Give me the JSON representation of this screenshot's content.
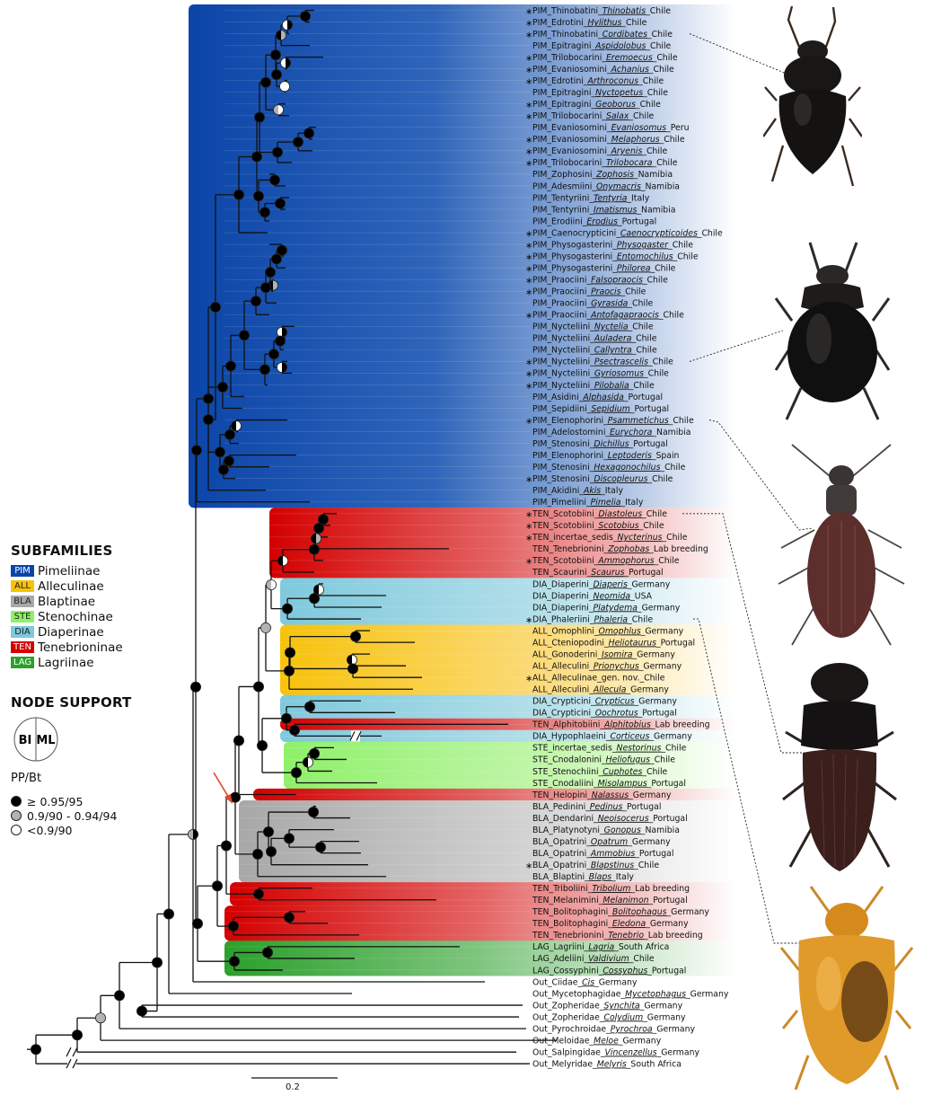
{
  "legend": {
    "subfamilies_title": "SUBFAMILIES",
    "subfamilies": [
      {
        "code": "PIM",
        "name": "Pimeliinae",
        "color": "#0b45a8",
        "text_color": "#ffffff"
      },
      {
        "code": "ALL",
        "name": "Alleculinae",
        "color": "#f7c20a",
        "text_color": "#222222"
      },
      {
        "code": "BLA",
        "name": "Blaptinae",
        "color": "#a8a8a8",
        "text_color": "#222222"
      },
      {
        "code": "STE",
        "name": "Stenochinae",
        "color": "#8ff06a",
        "text_color": "#222222"
      },
      {
        "code": "DIA",
        "name": "Diaperinae",
        "color": "#7ec9dc",
        "text_color": "#222222"
      },
      {
        "code": "TEN",
        "name": "Tenebrioninae",
        "color": "#d40000",
        "text_color": "#ffffff"
      },
      {
        "code": "LAG",
        "name": "Lagriinae",
        "color": "#2aa02a",
        "text_color": "#ffffff"
      }
    ],
    "support_title": "NODE SUPPORT",
    "support_left": "BI",
    "support_right": "ML",
    "support_metric": "PP/Bt",
    "support_levels": [
      {
        "label": "≥ 0.95/95",
        "color": "#000000"
      },
      {
        "label": "0.9/90 - 0.94/94",
        "color": "#b3b3b3"
      },
      {
        "label": "<0.9/90",
        "color": "#ffffff"
      }
    ]
  },
  "scale_bar": {
    "label": "0.2",
    "value": 0.2
  },
  "taxa": [
    {
      "star": true,
      "prefix": "PIM_Thinobatini_",
      "genus": "Thinobatis",
      "suffix": "_Chile"
    },
    {
      "star": true,
      "prefix": "PIM_Edrotini_",
      "genus": "Hylithus",
      "suffix": "_Chile"
    },
    {
      "star": true,
      "prefix": "PIM_Thinobatini_",
      "genus": "Cordibates",
      "suffix": "_Chile"
    },
    {
      "star": false,
      "prefix": "PIM_Epitragini_",
      "genus": "Aspidolobus",
      "suffix": "_Chile"
    },
    {
      "star": true,
      "prefix": "PIM_Trilobocarini_",
      "genus": "Eremoecus",
      "suffix": "_Chile"
    },
    {
      "star": true,
      "prefix": "PIM_Evaniosomini_",
      "genus": "Achanius",
      "suffix": "_Chile"
    },
    {
      "star": true,
      "prefix": "PIM_Edrotini_",
      "genus": "Arthroconus",
      "suffix": "_Chile"
    },
    {
      "star": false,
      "prefix": "PIM_Epitragini_",
      "genus": "Nyctopetus",
      "suffix": "_Chile"
    },
    {
      "star": true,
      "prefix": "PIM_Epitragini_",
      "genus": "Geoborus",
      "suffix": "_Chile"
    },
    {
      "star": true,
      "prefix": "PIM_Trilobocarini_",
      "genus": "Salax",
      "suffix": "_Chile"
    },
    {
      "star": false,
      "prefix": "PIM_Evaniosomini_",
      "genus": "Evaniosomus",
      "suffix": "_Peru"
    },
    {
      "star": true,
      "prefix": "PIM_Evaniosomini_",
      "genus": "Melaphorus",
      "suffix": "_Chile"
    },
    {
      "star": true,
      "prefix": "PIM_Evaniosomini_",
      "genus": "Aryenis",
      "suffix": "_Chile"
    },
    {
      "star": true,
      "prefix": "PIM_Trilobocarini_",
      "genus": "Trilobocara",
      "suffix": "_Chile"
    },
    {
      "star": false,
      "prefix": "PIM_Zophosini_",
      "genus": "Zophosis",
      "suffix": "_Namibia"
    },
    {
      "star": false,
      "prefix": "PIM_Adesmiini_",
      "genus": "Onymacris",
      "suffix": "_Namibia"
    },
    {
      "star": false,
      "prefix": "PIM_Tentyriini_",
      "genus": "Tentyria",
      "suffix": "_Italy"
    },
    {
      "star": false,
      "prefix": "PIM_Tentyriini_",
      "genus": "Imatismus",
      "suffix": "_Namibia"
    },
    {
      "star": false,
      "prefix": "PIM_Erodiini_",
      "genus": "Erodius",
      "suffix": "_Portugal"
    },
    {
      "star": true,
      "prefix": "PIM_Caenocrypticini_",
      "genus": "Caenocrypticoides",
      "suffix": "_Chile"
    },
    {
      "star": true,
      "prefix": "PIM_Physogasterini_",
      "genus": "Physogaster",
      "suffix": "_Chile"
    },
    {
      "star": true,
      "prefix": "PIM_Physogasterini_",
      "genus": "Entomochilus",
      "suffix": "_Chile"
    },
    {
      "star": true,
      "prefix": "PIM_Physogasterini_",
      "genus": "Philorea",
      "suffix": "_Chile"
    },
    {
      "star": true,
      "prefix": "PIM_Praociini_",
      "genus": "Falsopraocis",
      "suffix": "_Chile"
    },
    {
      "star": true,
      "prefix": "PIM_Praociini_",
      "genus": "Praocis",
      "suffix": "_Chile"
    },
    {
      "star": false,
      "prefix": "PIM_Praociini_",
      "genus": "Gyrasida",
      "suffix": "_Chile"
    },
    {
      "star": true,
      "prefix": "PIM_Praociini_",
      "genus": "Antofagapraocis",
      "suffix": "_Chile"
    },
    {
      "star": false,
      "prefix": "PIM_Nycteliini_",
      "genus": "Nyctelia",
      "suffix": "_Chile"
    },
    {
      "star": false,
      "prefix": "PIM_Nycteliini_",
      "genus": "Auladera",
      "suffix": "_Chile"
    },
    {
      "star": false,
      "prefix": "PIM_Nycteliini_",
      "genus": "Callyntra",
      "suffix": "_Chile"
    },
    {
      "star": true,
      "prefix": "PIM_Nycteliini_",
      "genus": "Psectrascelis",
      "suffix": "_Chile"
    },
    {
      "star": true,
      "prefix": "PIM_Nycteliini_",
      "genus": "Gyriosomus",
      "suffix": "_Chile"
    },
    {
      "star": true,
      "prefix": "PIM_Nycteliini_",
      "genus": "Pilobalia",
      "suffix": "_Chile"
    },
    {
      "star": false,
      "prefix": "PIM_Asidini_",
      "genus": "Alphasida",
      "suffix": "_Portugal"
    },
    {
      "star": false,
      "prefix": "PIM_Sepidiini_",
      "genus": "Sepidium",
      "suffix": "_Portugal"
    },
    {
      "star": true,
      "prefix": "PIM_Elenophorini_",
      "genus": "Psammetichus",
      "suffix": "_Chile"
    },
    {
      "star": false,
      "prefix": "PIM_Adelostomini_",
      "genus": "Eurychora",
      "suffix": "_Namibia"
    },
    {
      "star": false,
      "prefix": "PIM_Stenosini_",
      "genus": "Dichillus",
      "suffix": "_Portugal"
    },
    {
      "star": false,
      "prefix": "PIM_Elenophorini_",
      "genus": "Leptoderis",
      "suffix": "_Spain"
    },
    {
      "star": false,
      "prefix": "PIM_Stenosini_",
      "genus": "Hexagonochilus",
      "suffix": "_Chile"
    },
    {
      "star": true,
      "prefix": "PIM_Stenosini_",
      "genus": "Discopleurus",
      "suffix": "_Chile"
    },
    {
      "star": false,
      "prefix": "PIM_Akidini_",
      "genus": "Akis",
      "suffix": "_Italy"
    },
    {
      "star": false,
      "prefix": "PIM_Pimeliini_",
      "genus": "Pimelia",
      "suffix": "_Italy"
    },
    {
      "star": true,
      "prefix": "TEN_Scotobiini_",
      "genus": "Diastoleus",
      "suffix": "_Chile"
    },
    {
      "star": true,
      "prefix": "TEN_Scotobiini_",
      "genus": "Scotobius",
      "suffix": "_Chile"
    },
    {
      "star": true,
      "prefix": "TEN_incertae_sedis_",
      "genus": "Nycterinus",
      "suffix": "_Chile"
    },
    {
      "star": false,
      "prefix": "TEN_Tenebrionini_",
      "genus": "Zophobas",
      "suffix": "_Lab breeding"
    },
    {
      "star": true,
      "prefix": "TEN_Scotobiini_",
      "genus": "Ammophorus",
      "suffix": "_Chile"
    },
    {
      "star": false,
      "prefix": "TEN_Scaurini_",
      "genus": "Scaurus",
      "suffix": "_Portugal"
    },
    {
      "star": false,
      "prefix": "DIA_Diaperini_",
      "genus": "Diaperis",
      "suffix": "_Germany"
    },
    {
      "star": false,
      "prefix": "DIA_Diaperini_",
      "genus": "Neomida",
      "suffix": "_USA"
    },
    {
      "star": false,
      "prefix": "DIA_Diaperini_",
      "genus": "Platydema",
      "suffix": "_Germany"
    },
    {
      "star": true,
      "prefix": "DIA_Phaleriini_",
      "genus": "Phaleria",
      "suffix": "_Chile"
    },
    {
      "star": false,
      "prefix": "ALL_Omophlini_",
      "genus": "Omophlus",
      "suffix": "_Germany"
    },
    {
      "star": false,
      "prefix": "ALL_Cteniopodini_",
      "genus": "Heliotaurus",
      "suffix": "_Portugal"
    },
    {
      "star": false,
      "prefix": "ALL_Gonoderini_",
      "genus": "Isomira",
      "suffix": "_Germany"
    },
    {
      "star": false,
      "prefix": "ALL_Alleculini_",
      "genus": "Prionychus",
      "suffix": "_Germany"
    },
    {
      "star": true,
      "prefix": "ALL_Alleculinae_gen. nov._",
      "genus": "",
      "suffix": "Chile"
    },
    {
      "star": false,
      "prefix": "ALL_Alleculini_",
      "genus": "Allecula",
      "suffix": "_Germany"
    },
    {
      "star": false,
      "prefix": "DIA_Crypticini_",
      "genus": "Crypticus",
      "suffix": "_Germany"
    },
    {
      "star": false,
      "prefix": "DIA_Crypticini_",
      "genus": "Oochrotus",
      "suffix": "_Portugal"
    },
    {
      "star": false,
      "prefix": "TEN_Alphitobiini_",
      "genus": "Alphitobius",
      "suffix": "_Lab breeding"
    },
    {
      "star": false,
      "prefix": "DIA_Hypophlaeini_",
      "genus": "Corticeus",
      "suffix": "_Germany"
    },
    {
      "star": false,
      "prefix": "STE_incertae_sedis_",
      "genus": "Nestorinus",
      "suffix": "_Chile"
    },
    {
      "star": false,
      "prefix": "STE_Cnodalonini_",
      "genus": "Heliofugus",
      "suffix": "_Chile"
    },
    {
      "star": false,
      "prefix": "STE_Stenochiini_",
      "genus": "Cuphotes",
      "suffix": "_Chile"
    },
    {
      "star": false,
      "prefix": "STE_Cnodaliini_",
      "genus": "Misolampus",
      "suffix": "_Portugal"
    },
    {
      "star": false,
      "prefix": "TEN_Helopini_",
      "genus": "Nalassus",
      "suffix": "_Germany"
    },
    {
      "star": false,
      "prefix": "BLA_Pedinini_",
      "genus": "Pedinus",
      "suffix": "_Portugal"
    },
    {
      "star": false,
      "prefix": "BLA_Dendarini_",
      "genus": "Neoisocerus",
      "suffix": "_Portugal"
    },
    {
      "star": false,
      "prefix": "BLA_Platynotyni_",
      "genus": "Gonopus",
      "suffix": "_Namibia"
    },
    {
      "star": false,
      "prefix": "BLA_Opatrini_",
      "genus": "Opatrum",
      "suffix": "_Germany"
    },
    {
      "star": false,
      "prefix": "BLA_Opatrini_",
      "genus": "Ammobius",
      "suffix": "_Portugal"
    },
    {
      "star": true,
      "prefix": "BLA_Opatrini_",
      "genus": "Blapstinus",
      "suffix": "_Chile"
    },
    {
      "star": false,
      "prefix": "BLA_Blaptini_",
      "genus": "Blaps",
      "suffix": "_Italy"
    },
    {
      "star": false,
      "prefix": "TEN_Triboliini_",
      "genus": "Tribolium",
      "suffix": "_Lab breeding"
    },
    {
      "star": false,
      "prefix": "TEN_Melanimini_",
      "genus": "Melanimon",
      "suffix": "_Portugal"
    },
    {
      "star": false,
      "prefix": "TEN_Bolitophagini_",
      "genus": "Bolitophagus",
      "suffix": "_Germany"
    },
    {
      "star": false,
      "prefix": "TEN_Bolitophagini_",
      "genus": "Eledona",
      "suffix": "_Germany"
    },
    {
      "star": false,
      "prefix": "TEN_Tenebrionini_",
      "genus": "Tenebrio",
      "suffix": "_Lab breeding"
    },
    {
      "star": false,
      "prefix": "LAG_Lagriini_",
      "genus": "Lagria",
      "suffix": "_South Africa"
    },
    {
      "star": false,
      "prefix": "LAG_Adeliini_",
      "genus": "Valdivium",
      "suffix": "_Chile"
    },
    {
      "star": false,
      "prefix": "LAG_Cossyphini_",
      "genus": "Cossyphus",
      "suffix": "_Portugal"
    },
    {
      "star": false,
      "prefix": "Out_Ciidae_",
      "genus": "Cis",
      "suffix": "_Germany"
    },
    {
      "star": false,
      "prefix": "Out_Mycetophagidae_",
      "genus": "Mycetophagus",
      "suffix": "_Germany"
    },
    {
      "star": false,
      "prefix": "Out_Zopheridae_",
      "genus": "Synchita",
      "suffix": "_Germany"
    },
    {
      "star": false,
      "prefix": "Out_Zopheridae_",
      "genus": "Colydium",
      "suffix": "_Germany"
    },
    {
      "star": false,
      "prefix": "Out_Pyrochroidae_",
      "genus": "Pyrochroa",
      "suffix": "_Germany"
    },
    {
      "star": false,
      "prefix": "Out_Meloidae_",
      "genus": "Meloe",
      "suffix": "_Germany"
    },
    {
      "star": false,
      "prefix": "Out_Salpingidae_",
      "genus": "Vincenzellus",
      "suffix": "_Germany"
    },
    {
      "star": false,
      "prefix": "Out_Melyridae_",
      "genus": "Melyris",
      "suffix": "_South Africa"
    }
  ]
}
